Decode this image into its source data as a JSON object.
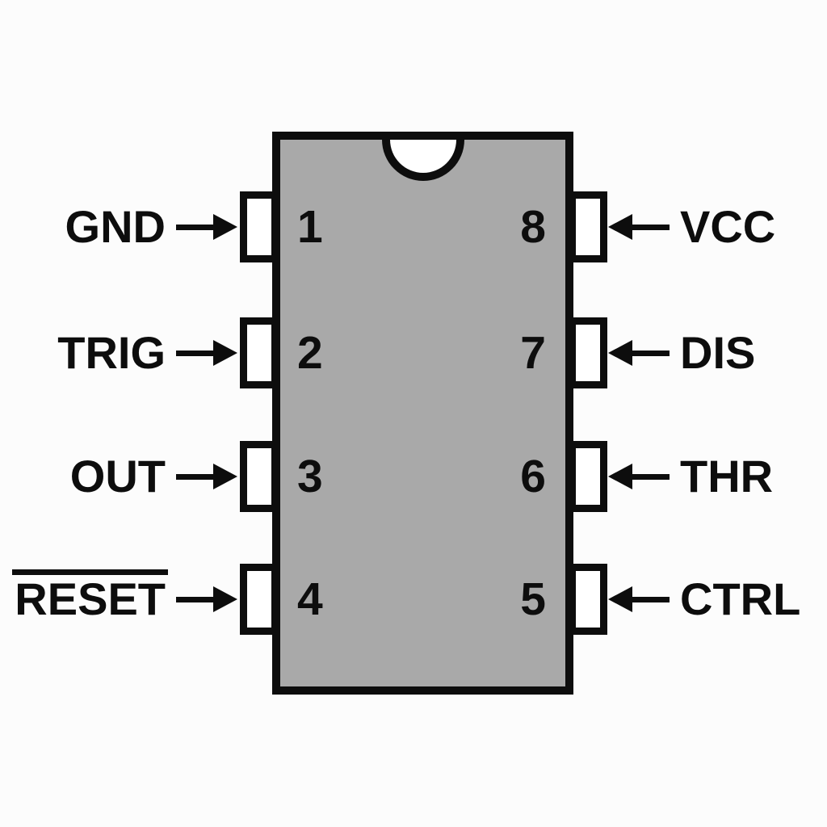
{
  "pins": {
    "left": [
      {
        "number": "1",
        "label": "GND",
        "overline": false
      },
      {
        "number": "2",
        "label": "TRIG",
        "overline": false
      },
      {
        "number": "3",
        "label": "OUT",
        "overline": false
      },
      {
        "number": "4",
        "label": "RESET",
        "overline": true
      }
    ],
    "right": [
      {
        "number": "8",
        "label": "VCC",
        "overline": false
      },
      {
        "number": "7",
        "label": "DIS",
        "overline": false
      },
      {
        "number": "6",
        "label": "THR",
        "overline": false
      },
      {
        "number": "5",
        "label": "CTRL",
        "overline": false
      }
    ]
  },
  "colors": {
    "ic_body": "#a9a9a9",
    "outline": "#0d0d0d",
    "pin_box_fill": "#ffffff",
    "background": "#fcfcfc"
  }
}
